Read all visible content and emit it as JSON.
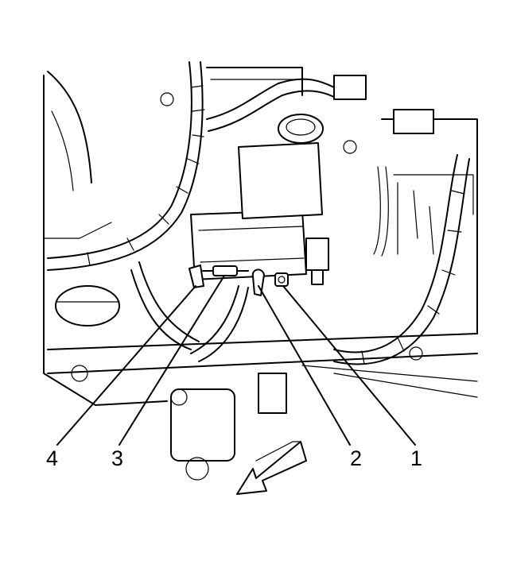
{
  "figure": {
    "callouts": [
      {
        "id": "c1",
        "label": "1"
      },
      {
        "id": "c2",
        "label": "2"
      },
      {
        "id": "c3",
        "label": "3"
      },
      {
        "id": "c4",
        "label": "4"
      }
    ],
    "direction_arrow": {
      "icon": "front-direction-arrow-icon"
    },
    "colors": {
      "ink": "#000000",
      "background": "#ffffff"
    }
  }
}
